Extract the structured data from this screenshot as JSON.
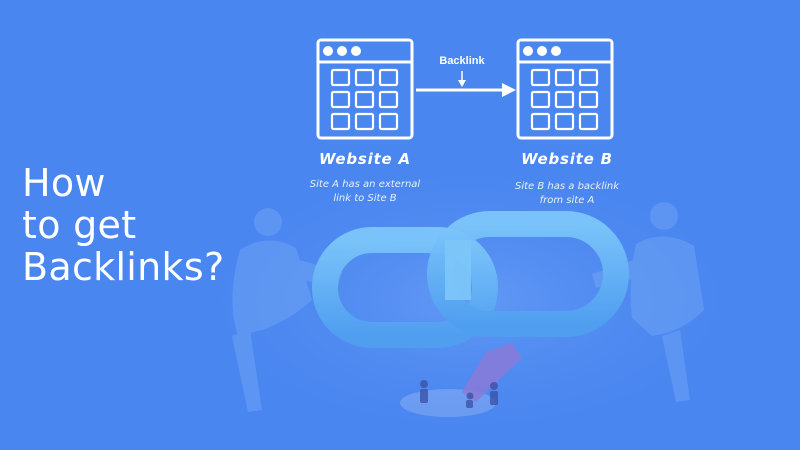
{
  "headline": {
    "line1": "How",
    "line2": "to get",
    "line3": "Backlinks?"
  },
  "diagram": {
    "connector_label": "Backlink",
    "site_a": {
      "title": "Website A",
      "desc_line1": "Site A has an external",
      "desc_line2": "link to Site B"
    },
    "site_b": {
      "title": "Website B",
      "desc_line1": "Site B has a backlink",
      "desc_line2": "from site A"
    }
  },
  "icons": [
    "browser-window-icon",
    "arrow-right-icon",
    "arrow-down-icon",
    "chain-link-icon"
  ],
  "colors": {
    "background": "#4a86f0",
    "text": "#ffffff",
    "chain": "#5fb4f5",
    "arrow_accent": "#8a7ad8"
  }
}
